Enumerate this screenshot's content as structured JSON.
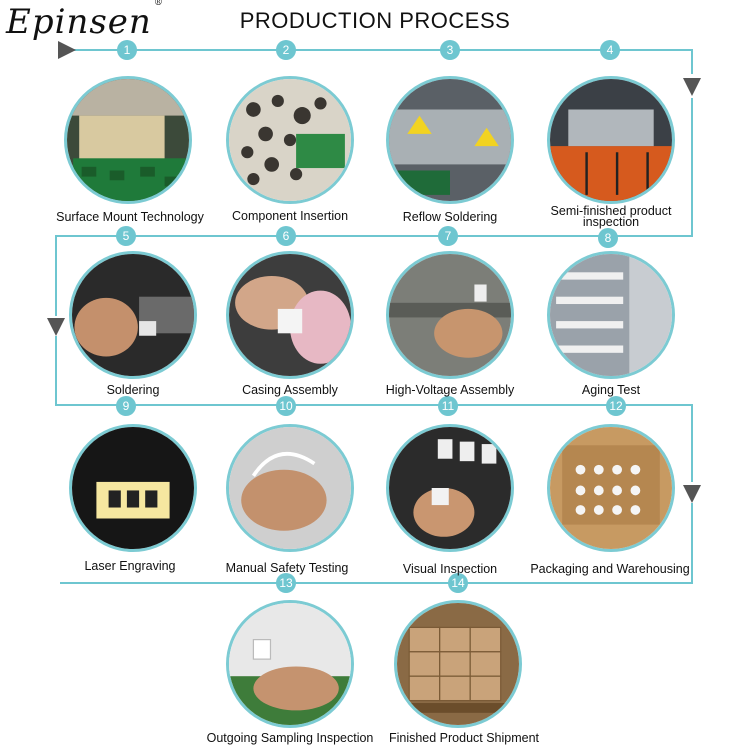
{
  "brand": {
    "name": "Epinsen"
  },
  "title": "PRODUCTION PROCESS",
  "colors": {
    "accent": "#6ec6d0",
    "ring": "#7ccbd3",
    "arrow": "#555555"
  },
  "steps": [
    {
      "num": "1",
      "label": "Surface Mount Technology",
      "icon": "pcb-panels-photo"
    },
    {
      "num": "2",
      "label": "Component Insertion",
      "icon": "components-pile-photo"
    },
    {
      "num": "3",
      "label": "Reflow Soldering",
      "icon": "reflow-oven-photo"
    },
    {
      "num": "4",
      "label": "Semi-finished product\ninspection",
      "icon": "test-fixture-photo"
    },
    {
      "num": "5",
      "label": "Soldering",
      "icon": "soldering-iron-photo"
    },
    {
      "num": "6",
      "label": "Casing Assembly",
      "icon": "hands-casing-photo"
    },
    {
      "num": "7",
      "label": "High-Voltage Assembly",
      "icon": "hv-assembly-photo"
    },
    {
      "num": "8",
      "label": "Aging Test",
      "icon": "aging-rack-photo"
    },
    {
      "num": "9",
      "label": "Laser Engraving",
      "icon": "laser-engraver-photo"
    },
    {
      "num": "10",
      "label": "Manual Safety Testing",
      "icon": "safety-testing-photo"
    },
    {
      "num": "11",
      "label": "Visual Inspection",
      "icon": "visual-inspection-photo"
    },
    {
      "num": "12",
      "label": "Packaging and Warehousing",
      "icon": "packaging-box-photo"
    },
    {
      "num": "13",
      "label": "Outgoing Sampling Inspection",
      "icon": "sampling-inspection-photo"
    },
    {
      "num": "14",
      "label": "Finished Product Shipment",
      "icon": "pallet-shipment-photo"
    }
  ]
}
